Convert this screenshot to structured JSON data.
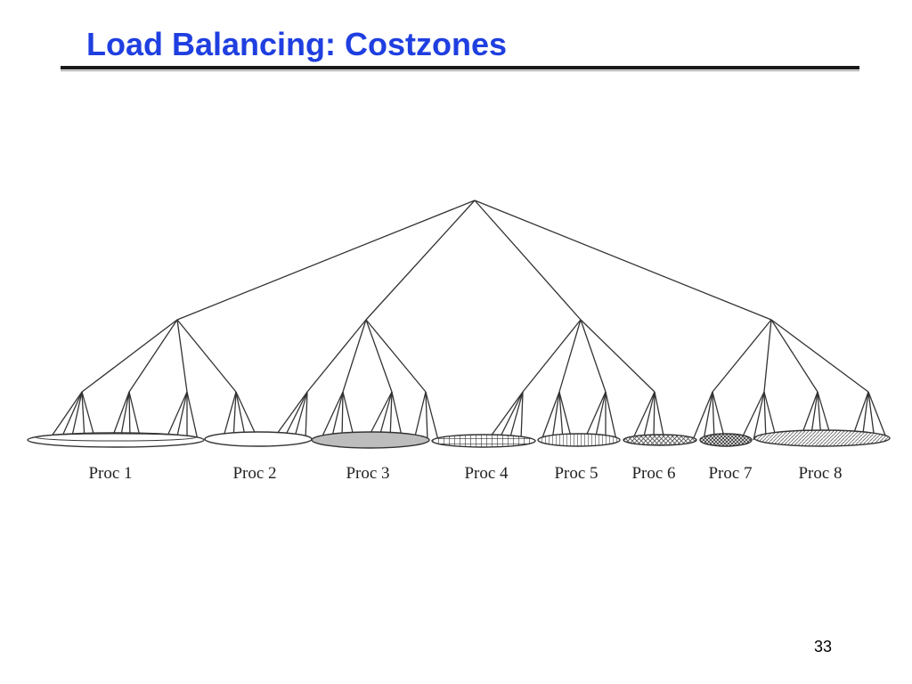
{
  "slide": {
    "title": "Load Balancing: Costzones",
    "page_number": "33"
  },
  "diagram": {
    "partitions": [
      {
        "label": "Proc 1",
        "fill": "none"
      },
      {
        "label": "Proc 2",
        "fill": "none"
      },
      {
        "label": "Proc 3",
        "fill": "solid-gray"
      },
      {
        "label": "Proc 4",
        "fill": "grid"
      },
      {
        "label": "Proc 5",
        "fill": "vertical-lines"
      },
      {
        "label": "Proc 6",
        "fill": "diagonal-hatch"
      },
      {
        "label": "Proc 7",
        "fill": "cross-hatch"
      },
      {
        "label": "Proc 8",
        "fill": "fine-diagonal-hatch"
      }
    ],
    "colors": {
      "line": "#333333",
      "solid_gray": "#bdbdbd",
      "title": "#1f3fe0"
    }
  }
}
